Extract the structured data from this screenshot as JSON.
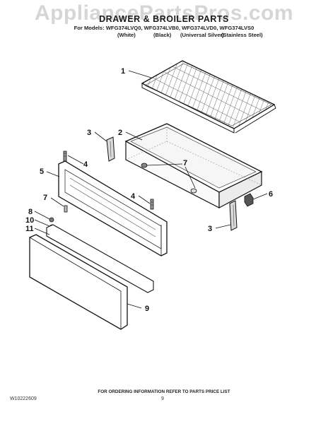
{
  "watermark": "AppliancePartsPros.com",
  "title": "DRAWER & BROILER PARTS",
  "models_line": "For Models: WFG374LVQ0, WFG374LVB0, WFG374LVD0, WFG374LVS0",
  "colors": [
    "(White)",
    "(Black)",
    "(Universal Silver)",
    "(Stainless Steel)"
  ],
  "callouts": [
    "1",
    "2",
    "3",
    "4",
    "5",
    "7",
    "8",
    "10",
    "11",
    "4",
    "7",
    "6",
    "3",
    "9"
  ],
  "footer": {
    "note": "FOR ORDERING INFORMATION REFER TO PARTS PRICE LIST",
    "doc_number": "W10222609",
    "page_number": "9"
  }
}
